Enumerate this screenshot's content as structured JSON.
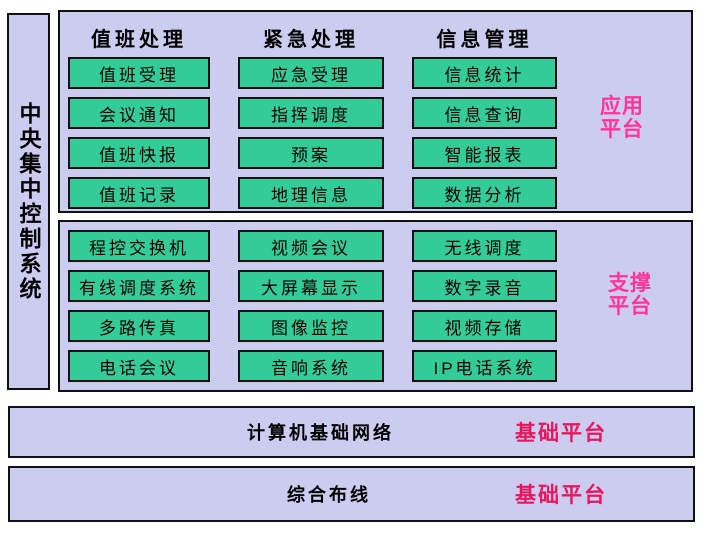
{
  "sidebar": {
    "title": "中央集中控制系统"
  },
  "app_platform": {
    "label": "应用平台",
    "columns": [
      {
        "header": "值班处理",
        "items": [
          "值班受理",
          "会议通知",
          "值班快报",
          "值班记录"
        ]
      },
      {
        "header": "紧急处理",
        "items": [
          "应急受理",
          "指挥调度",
          "预案",
          "地理信息"
        ]
      },
      {
        "header": "信息管理",
        "items": [
          "信息统计",
          "信息查询",
          "智能报表",
          "数据分析"
        ]
      }
    ]
  },
  "support_platform": {
    "label": "支撑平台",
    "columns": [
      {
        "items": [
          "程控交换机",
          "有线调度系统",
          "多路传真",
          "电话会议"
        ]
      },
      {
        "items": [
          "视频会议",
          "大屏幕显示",
          "图像监控",
          "音响系统"
        ]
      },
      {
        "items": [
          "无线调度",
          "数字录音",
          "视频存储",
          "IP电话系统"
        ]
      }
    ]
  },
  "base_platforms": [
    {
      "title": "计算机基础网络",
      "label": "基础平台"
    },
    {
      "title": "综合布线",
      "label": "基础平台"
    }
  ],
  "colors": {
    "panel_background": "#ccccf0",
    "module_green": "#33cc99",
    "platform_label_pink": "#ff3399",
    "base_label_crimson": "#e8175d",
    "border_black": "#111111"
  }
}
